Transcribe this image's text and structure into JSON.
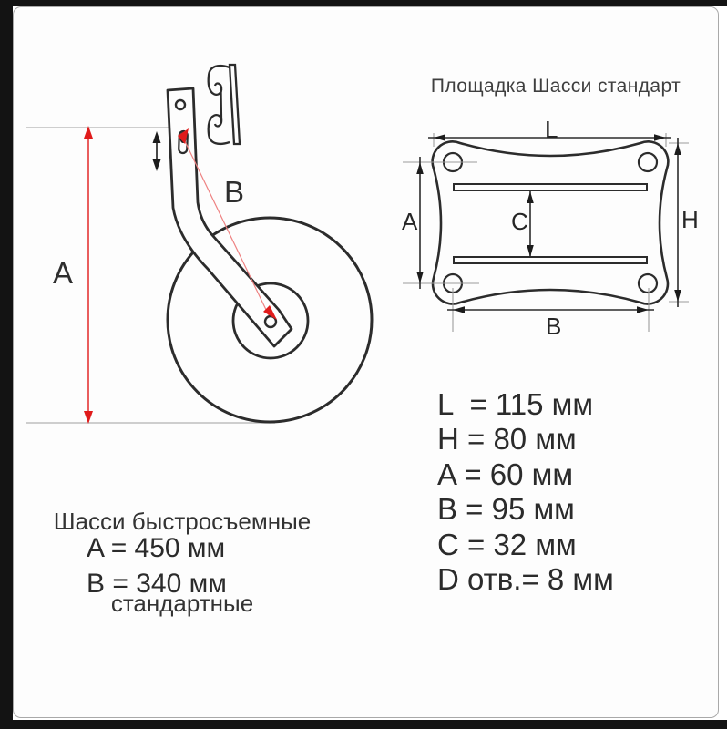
{
  "colors": {
    "accent_red": "#e01b1b",
    "accent_red_light": "#ee8181",
    "line_dark": "#2c2c2c",
    "line_gray": "#b3b3b3",
    "background_strip": "#131313",
    "card_background": "#fdfdfd"
  },
  "left_panel": {
    "dim_labels": {
      "a": "A",
      "b": "B"
    },
    "title_line1": "Шасси быстросъемные",
    "title_line2": "стандартные",
    "specs": [
      "A = 450 мм",
      "B = 340 мм"
    ]
  },
  "right_panel": {
    "title": "Площадка Шасси стандарт",
    "dim_labels": {
      "l": "L",
      "a": "A",
      "c": "C",
      "h": "H",
      "b": "B"
    },
    "specs": [
      "L  = 115 мм",
      "H = 80 мм",
      "A = 60 мм",
      "B = 95 мм",
      "C = 32 мм",
      "D отв.= 8 мм"
    ]
  }
}
